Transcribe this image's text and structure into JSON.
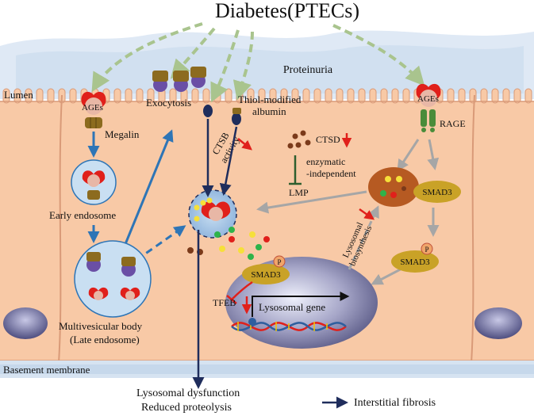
{
  "title": "Diabetes(PTECs)",
  "labels": {
    "proteinuria": "Proteinuria",
    "lumen": "Lumen",
    "ages_left": "AGEs",
    "megalin": "Megalin",
    "exocytosis": "Exocytosis",
    "thiol_line1": "Thiol-modified",
    "thiol_line2": "albumin",
    "ctsb_line1": "CTSB",
    "ctsb_line2": "activity",
    "ctsd": "CTSD",
    "enzymatic_line1": "enzymatic",
    "enzymatic_line2": "-independent",
    "lmp": "LMP",
    "ages_right": "AGEs",
    "rage": "RAGE",
    "early_endosome": "Early endosome",
    "smad3": "SMAD3",
    "smad3_p_right": "SMAD3",
    "smad3_p_nucleus": "SMAD3",
    "phospho": "P",
    "lysosomal_biosynthesis_line1": "Lysosomal",
    "lysosomal_biosynthesis_line2": "biosynthesis",
    "tfeb": "TFEB",
    "lysosomal_gene": "Lysosomal gene",
    "mvb_line1": "Multivesicular body",
    "mvb_line2": "(Late endosome)",
    "basement_membrane": "Basement membrane",
    "dysfunction_line1": "Lysosomal dysfunction",
    "dysfunction_line2": "Reduced proteolysis",
    "interstitial_fibrosis": "Interstitial fibrosis"
  },
  "colors": {
    "cell": "#f8c9a6",
    "cell_border": "#d99a78",
    "blue_arrow": "#2e75b6",
    "gray_arrow": "#a6a6a6",
    "green_dashed": "#a9c48e",
    "red": "#e0201b",
    "dark_navy": "#1f2d5c",
    "smad3": "#c9a227",
    "nucleus": "#8c8cb4"
  }
}
